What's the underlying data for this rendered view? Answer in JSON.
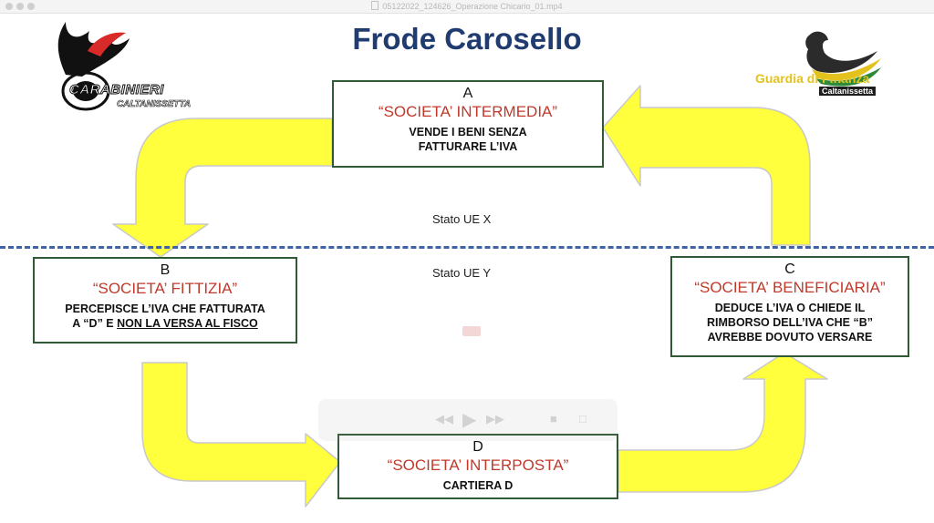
{
  "window": {
    "title": "05122022_124626_Operazione Chicario_01.mp4"
  },
  "slide": {
    "title": "Frode Carosello",
    "state_x": "Stato UE X",
    "state_y": "Stato UE Y",
    "companies": [
      {
        "letter": "A",
        "name": "“SOCIETA’ INTERMEDIA”",
        "desc": "VENDE I BENI SENZA FATTURARE L’IVA"
      },
      {
        "letter": "B",
        "name": "“SOCIETA’ FITTIZIA”",
        "desc_line1": "PERCEPISCE L’IVA CHE FATTURATA",
        "desc_line2_prefix": "A “D” E ",
        "desc_line2_underlined": "NON LA VERSA AL FISCO"
      },
      {
        "letter": "C",
        "name": "“SOCIETA’ BENEFICIARIA”",
        "desc": "DEDUCE L’IVA O CHIEDE IL RIMBORSO DELL’IVA CHE “B” AVREBBE DOVUTO VERSARE"
      },
      {
        "letter": "D",
        "name": "“SOCIETA’ INTERPOSTA”",
        "desc": "CARTIERA D"
      }
    ]
  },
  "logos": {
    "carabinieri": {
      "line1": "CARABINIERI",
      "line2": "CALTANISSETTA"
    },
    "guardia": {
      "line1": "Guardia di Finanza",
      "line2": "Caltanissetta"
    }
  },
  "colors": {
    "arrow": "#ffff3d",
    "arrow_outline": "#c9c9c9",
    "title": "#1f3b6f",
    "company_name": "#c0392b",
    "box_border": "#2f5a35",
    "divider": "#3e63a6"
  },
  "icons": [
    "carabinieri-flame-logo",
    "guardia-eagle-logo",
    "play-icon",
    "rewind-icon",
    "fast-forward-icon"
  ]
}
